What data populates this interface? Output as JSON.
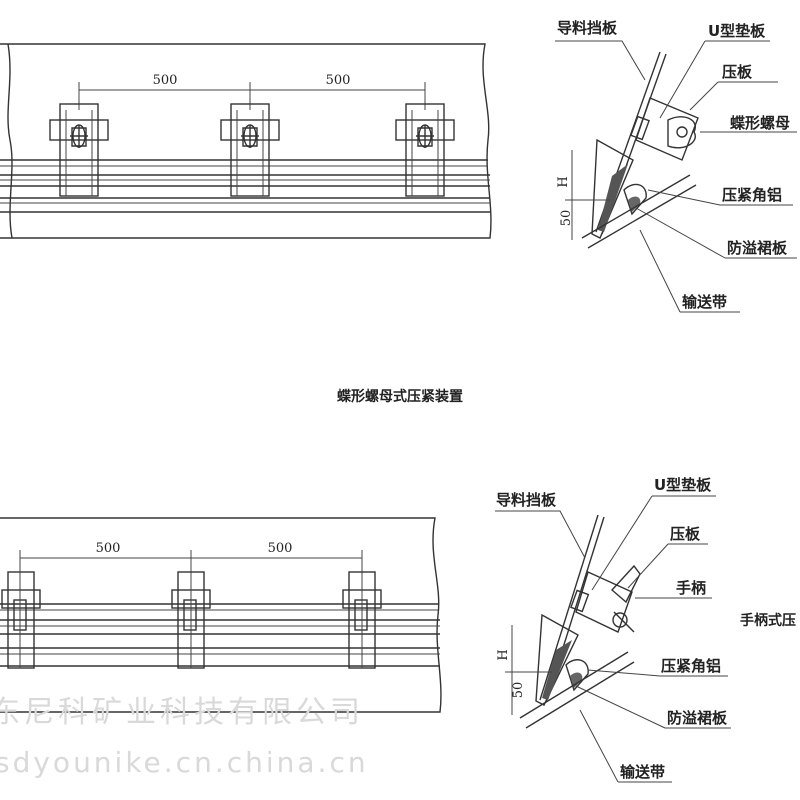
{
  "top": {
    "dims": [
      "500",
      "500"
    ],
    "labels": {
      "guide_plate": "导料挡板",
      "u_washer": "U型垫板",
      "press_plate": "压板",
      "wing_nut": "蝶形螺母",
      "angle_clamp": "压紧角铝",
      "skirt_board": "防溢裙板",
      "belt": "输送带"
    },
    "dim_h": "H",
    "dim_50": "50",
    "caption": "蝶形螺母式压紧装置"
  },
  "bottom": {
    "dims": [
      "500",
      "500"
    ],
    "labels": {
      "guide_plate": "导料挡板",
      "u_washer": "U型垫板",
      "press_plate": "压板",
      "handle": "手柄",
      "angle_clamp": "压紧角铝",
      "skirt_board": "防溢裙板",
      "belt": "输送带"
    },
    "dim_h": "H",
    "dim_50": "50",
    "caption_partial": "手柄式压"
  },
  "watermark": {
    "company": "东尼科矿业科技有限公司",
    "url": "sdyounike.cn.china.cn"
  }
}
